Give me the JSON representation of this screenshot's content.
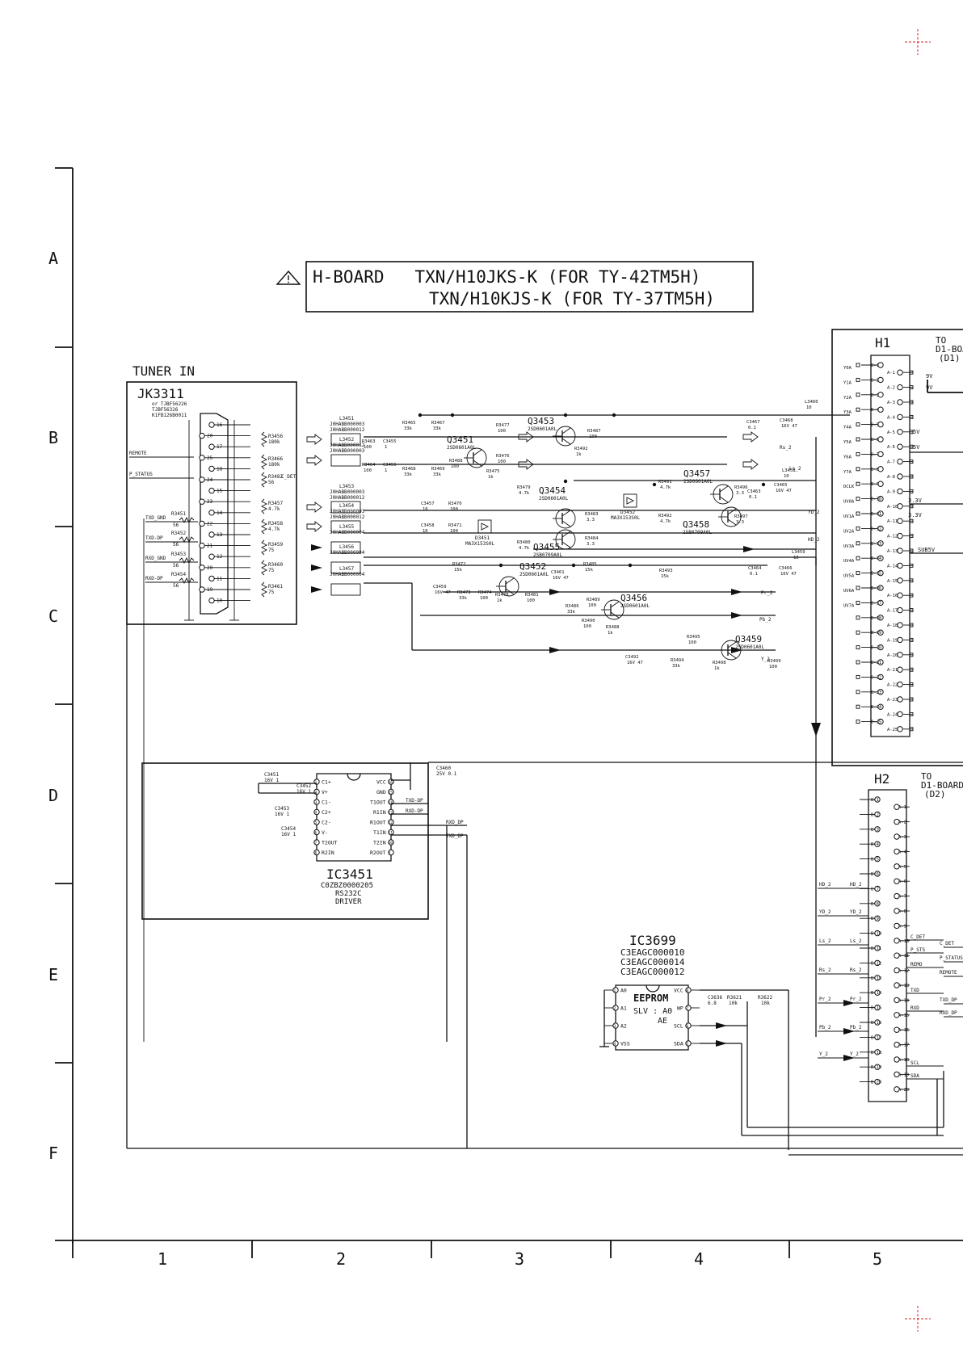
{
  "frame": {
    "row_labels": [
      "A",
      "B",
      "C",
      "D",
      "E",
      "F"
    ],
    "col_labels": [
      "1",
      "2",
      "3",
      "4",
      "5"
    ]
  },
  "title_block": {
    "line1": "H-BOARD   TXN/H10JKS-K (FOR TY-42TM5H)",
    "line2": "TXN/H10KJS-K (FOR TY-37TM5H)",
    "warning_icon": "warning-triangle-icon"
  },
  "tuner": {
    "title": "TUNER IN",
    "ref": "JK3311",
    "parts": [
      "or TJBF56226",
      "TJBF56326",
      "K1FB126B0011"
    ],
    "pin_numbers": [
      "16",
      "20",
      "17",
      "25",
      "18",
      "24",
      "15",
      "23",
      "14",
      "22",
      "13",
      "21",
      "12",
      "20",
      "11",
      "19",
      "10"
    ],
    "side_signals": [
      "REMOTE",
      "P_STATUS"
    ],
    "bottom_signals": [
      "TXD_GND",
      "TXD-DP",
      "RXD_GND",
      "RXD-DP"
    ]
  },
  "resistors_in": [
    {
      "ref": "R3456",
      "val": "180k"
    },
    {
      "ref": "R3466",
      "val": "180k"
    },
    {
      "ref": "R3482",
      "val": "56"
    },
    {
      "ref": "R3457",
      "val": "4.7k"
    },
    {
      "ref": "R3458",
      "val": "4.7k"
    },
    {
      "ref": "R3459",
      "val": "75"
    },
    {
      "ref": "R3460",
      "val": "75"
    },
    {
      "ref": "R3461",
      "val": "75"
    },
    {
      "ref": "R3451",
      "val": "56"
    },
    {
      "ref": "R3452",
      "val": "56"
    },
    {
      "ref": "R3453",
      "val": "56"
    },
    {
      "ref": "R3454",
      "val": "56"
    }
  ],
  "filters": [
    {
      "ref": "L3451",
      "parts": [
        "J0HABB000003",
        "J0HABB000012"
      ]
    },
    {
      "ref": "L3452",
      "parts": [
        "J0HABB000012",
        "J0HABB000003"
      ]
    },
    {
      "ref": "L3453",
      "parts": [
        "J0HABB000003",
        "J0HABB000012"
      ]
    },
    {
      "ref": "L3454",
      "parts": [
        "J0HABB000003",
        "J0HABB000012"
      ]
    },
    {
      "ref": "L3455",
      "parts": [
        "J0HABB000004"
      ]
    },
    {
      "ref": "L3456",
      "parts": [
        "J0HABB000004"
      ]
    },
    {
      "ref": "L3457",
      "parts": [
        "J0HABB000004"
      ]
    }
  ],
  "transistors": [
    {
      "ref": "Q3451",
      "part": "2SD0601A0L"
    },
    {
      "ref": "Q3453",
      "part": "2SD0601A0L"
    },
    {
      "ref": "Q3454",
      "part": "2SD0601A0L"
    },
    {
      "ref": "Q3455",
      "part": "2SB0709A0L"
    },
    {
      "ref": "Q3452",
      "part": "2SD0601A0L"
    },
    {
      "ref": "Q3456",
      "part": "2SD0601A0L"
    },
    {
      "ref": "Q3457",
      "part": "2SD0601A0L"
    },
    {
      "ref": "Q3458",
      "part": "2SB0709A0L"
    },
    {
      "ref": "Q3459",
      "part": "2SD0601A0L"
    }
  ],
  "diodes": [
    {
      "ref": "D3451",
      "part": "MA3X153S0L"
    },
    {
      "ref": "D3452",
      "part": "MA3X153S0L"
    }
  ],
  "passives_mid": [
    {
      "ref": "R3465",
      "val": "33k"
    },
    {
      "ref": "R3467",
      "val": "33k"
    },
    {
      "ref": "R3468",
      "val": "33k"
    },
    {
      "ref": "R3469",
      "val": "33k"
    },
    {
      "ref": "R3463",
      "val": "100"
    },
    {
      "ref": "R3464",
      "val": "100"
    },
    {
      "ref": "C3455",
      "val": "1"
    },
    {
      "ref": "C3456",
      "val": "1"
    },
    {
      "ref": "R3477",
      "val": "100"
    },
    {
      "ref": "R3476",
      "val": "100"
    },
    {
      "ref": "R3488",
      "val": "100"
    },
    {
      "ref": "R3475",
      "val": "1k"
    },
    {
      "ref": "R3487",
      "val": "100"
    },
    {
      "ref": "R3492",
      "val": "1k"
    },
    {
      "ref": "C3457",
      "val": "10"
    },
    {
      "ref": "C3458",
      "val": "10"
    },
    {
      "ref": "R3470",
      "val": "100"
    },
    {
      "ref": "R3471",
      "val": "100"
    },
    {
      "ref": "R3479",
      "val": "4.7k"
    },
    {
      "ref": "R3480",
      "val": "4.7k"
    },
    {
      "ref": "R3483",
      "val": "3.3"
    },
    {
      "ref": "R3484",
      "val": "3.3"
    },
    {
      "ref": "R3491",
      "val": "4.7k"
    },
    {
      "ref": "R3492",
      "val": "4.7k"
    },
    {
      "ref": "R3496",
      "val": "3.3"
    },
    {
      "ref": "R3497",
      "val": "3.3"
    },
    {
      "ref": "R3472",
      "val": "15k"
    },
    {
      "ref": "R3473",
      "val": "33k"
    },
    {
      "ref": "R3474",
      "val": "100"
    },
    {
      "ref": "C3459",
      "val": "16V 47"
    },
    {
      "ref": "R3478",
      "val": "1k"
    },
    {
      "ref": "R3481",
      "val": "100"
    },
    {
      "ref": "C3461",
      "val": "16V 47"
    },
    {
      "ref": "R3485",
      "val": "15k"
    },
    {
      "ref": "R3486",
      "val": "33k"
    },
    {
      "ref": "R3489",
      "val": "100"
    },
    {
      "ref": "R3490",
      "val": "100"
    },
    {
      "ref": "R3488",
      "val": "1k"
    },
    {
      "ref": "R3493",
      "val": "15k"
    },
    {
      "ref": "R3495",
      "val": "100"
    },
    {
      "ref": "R3494",
      "val": "33k"
    },
    {
      "ref": "C3492",
      "val": "16V 47"
    },
    {
      "ref": "R3498",
      "val": "1k"
    },
    {
      "ref": "R3499",
      "val": "100"
    },
    {
      "ref": "C3467",
      "val": "0.1"
    },
    {
      "ref": "C3468",
      "val": "16V 47"
    },
    {
      "ref": "L3460",
      "val": "10"
    },
    {
      "ref": "C3463",
      "val": "0.1"
    },
    {
      "ref": "C3465",
      "val": "16V 47"
    },
    {
      "ref": "L3458",
      "val": "10"
    },
    {
      "ref": "C3464",
      "val": "0.1"
    },
    {
      "ref": "C3466",
      "val": "16V 47"
    },
    {
      "ref": "L3459",
      "val": "10"
    }
  ],
  "rails": [
    "9V",
    "9V",
    "5V",
    "5V",
    "3.3V",
    "3.3V",
    "SUB5V"
  ],
  "internal_signals": [
    "C_DET",
    "Rs_2",
    "Ls_2",
    "YD_2",
    "HD_2",
    "Pr_2",
    "Pb_2",
    "Y_2"
  ],
  "h1": {
    "ref": "H1",
    "to": [
      "TO",
      "D1-BOARD",
      "(D1)"
    ],
    "left_labels": [
      "Y0A",
      "Y1A",
      "Y2A",
      "Y3A",
      "Y4A",
      "Y5A",
      "Y6A",
      "Y7A",
      "DCLK",
      "UV0A",
      "UV1A",
      "UV2A",
      "UV3A",
      "UV4A",
      "UV5A",
      "UV6A",
      "UV7A"
    ],
    "pins": [
      "B-1",
      "A-1",
      "B-2",
      "A-2",
      "B-3",
      "A-3",
      "B-4",
      "A-4",
      "B-5",
      "A-5",
      "B-6",
      "A-6",
      "B-7",
      "A-7",
      "B-8",
      "A-8",
      "B-9",
      "A-9",
      "B-10",
      "A-10",
      "B-11",
      "A-11",
      "B-12",
      "A-12",
      "B-13",
      "A-13",
      "B-14",
      "A-14",
      "B-15",
      "A-15",
      "B-16",
      "A-16",
      "B-17",
      "A-17",
      "B-18",
      "A-18",
      "B-19",
      "A-19",
      "B-20",
      "A-20",
      "B-21",
      "A-21",
      "B-22",
      "A-22",
      "B-23",
      "A-23",
      "B-24",
      "A-24",
      "B-25",
      "A-25"
    ],
    "right_labels": [
      "9V",
      "9V",
      "5V",
      "5V",
      "3.3V",
      "3.3V",
      "SUB5V"
    ]
  },
  "h2": {
    "ref": "H2",
    "to": [
      "TO",
      "D1-BOARD",
      "(D2)"
    ],
    "pins": [
      "B-1",
      "A-1",
      "B-2",
      "A-2",
      "B-3",
      "A-3",
      "B-4",
      "A-4",
      "B-5",
      "A-5",
      "B-6",
      "A-6",
      "B-7",
      "A-7",
      "B-8",
      "A-8",
      "B-9",
      "A-9",
      "B-10",
      "A-10",
      "B-11",
      "A-11",
      "B-12",
      "A-12",
      "B-13",
      "A-13",
      "B-14",
      "A-14",
      "B-15",
      "A-15",
      "B-16",
      "A-16",
      "B-17",
      "A-17",
      "B-18",
      "A-18",
      "B-19",
      "A-19",
      "B-20",
      "A-20"
    ],
    "left_labels": [
      "HD_2",
      "YD_2",
      "Ls_2",
      "Rs_2",
      "Pr_2",
      "Pb_2",
      "Y_2"
    ],
    "right_labels": [
      "C_DET",
      "P_STS",
      "REMO",
      "TXD",
      "RXD",
      "SCL",
      "SDA"
    ],
    "far_labels": [
      "C_DET",
      "P_STATUS",
      "REMOTE",
      "TXD_DP",
      "RXD_DP"
    ]
  },
  "ic3451": {
    "ref": "IC3451",
    "part": "C0ZBZ0000205",
    "desc": [
      "RS232C",
      "DRIVER"
    ],
    "left_pins": [
      "C1+",
      "V+",
      "C1-",
      "C2+",
      "C2-",
      "V-",
      "T2OUT",
      "R2IN"
    ],
    "right_pins": [
      "VCC",
      "GND",
      "T1OUT",
      "R1IN",
      "R1OUT",
      "T1IN",
      "T2IN",
      "R2OUT"
    ],
    "caps": [
      {
        "ref": "C3451",
        "val": "16V 1"
      },
      {
        "ref": "C3452",
        "val": "16V 1"
      },
      {
        "ref": "C3453",
        "val": "16V 1"
      },
      {
        "ref": "C3454",
        "val": "16V 1"
      },
      {
        "ref": "C3460",
        "val": "25V 0.1"
      }
    ],
    "signals": [
      "TXD-DP",
      "RXD-DP",
      "RXD_DP",
      "TXD_DP"
    ]
  },
  "ic3699": {
    "ref": "IC3699",
    "parts": [
      "C3EAGC000010",
      "C3EAGC000014",
      "C3EAGC000012"
    ],
    "label": "EEPROM",
    "addr": [
      "SLV : A0",
      "AE"
    ],
    "left_pins": [
      "A0",
      "A1",
      "A2",
      "VSS"
    ],
    "right_pins": [
      "VCC",
      "WP",
      "SCL",
      "SDA"
    ],
    "parts2": [
      {
        "ref": "C3636",
        "val": "6.8"
      },
      {
        "ref": "R3621",
        "val": "10k"
      },
      {
        "ref": "R3622",
        "val": "10k"
      }
    ]
  }
}
